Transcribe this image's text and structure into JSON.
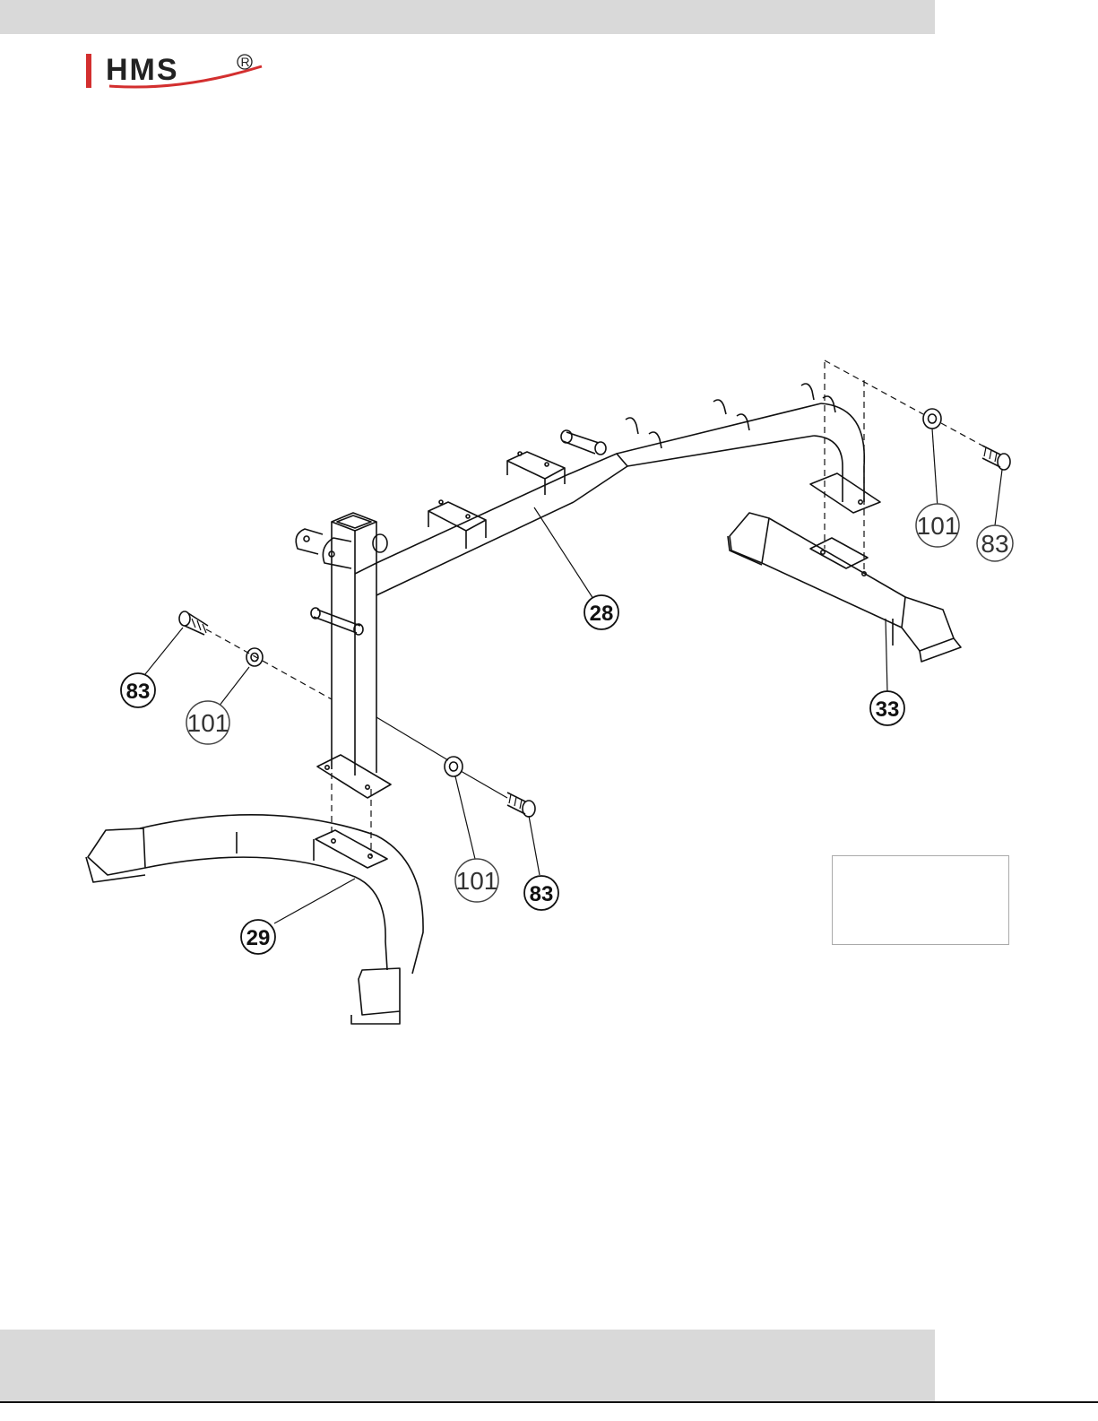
{
  "brand": {
    "name": "HMS",
    "registered_mark": "R",
    "accent_color": "#d32f2f",
    "band_color": "#d9d9d9"
  },
  "callouts": {
    "p28": "28",
    "p29": "29",
    "p33": "33",
    "p83_left": "83",
    "p101_left": "101",
    "p101_center": "101",
    "p83_center": "83",
    "p101_right": "101",
    "p83_right": "83"
  }
}
